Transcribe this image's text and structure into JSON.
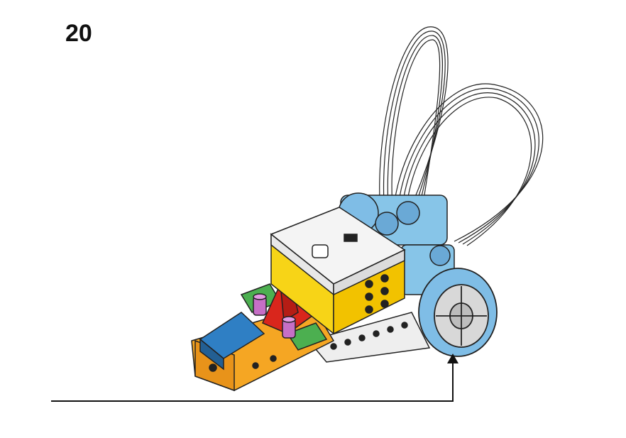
{
  "step": {
    "number": "20"
  },
  "colors": {
    "hub_white": "#f4f4f4",
    "hub_yellow": "#f7d417",
    "base_orange": "#f5a623",
    "blue_brick": "#2f7fc4",
    "green_brick": "#4caf50",
    "red_seat": "#d9261c",
    "magenta_cone": "#c66fc6",
    "motor_blue": "#87c5e8",
    "wheel_blue": "#7fbde6",
    "wheel_gray": "#d8d8d8",
    "cable": "#ffffff"
  },
  "icons": [
    "robot-model",
    "wheel",
    "cable",
    "arrow-up"
  ]
}
